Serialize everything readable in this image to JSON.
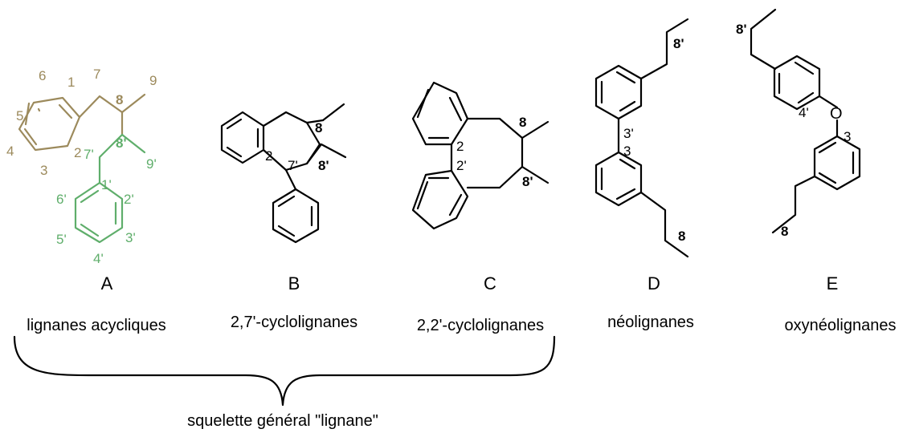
{
  "structures": [
    {
      "letter": "A",
      "class_name": "lignanes acycliques",
      "atom_labels": [
        "1",
        "2",
        "3",
        "4",
        "5",
        "6",
        "7",
        "8",
        "9",
        "1'",
        "2'",
        "3'",
        "4'",
        "5'",
        "6'",
        "7'",
        "8'",
        "9'"
      ]
    },
    {
      "letter": "B",
      "class_name": "2,7'-cyclolignanes",
      "atom_labels": [
        "8",
        "8'",
        "2",
        "7'"
      ]
    },
    {
      "letter": "C",
      "class_name": "2,2'-cyclolignanes",
      "atom_labels": [
        "8",
        "8'",
        "2",
        "2'"
      ]
    },
    {
      "letter": "D",
      "class_name": "néolignanes",
      "atom_labels": [
        "8'",
        "3'",
        "3",
        "8"
      ]
    },
    {
      "letter": "E",
      "class_name": "oxynéolignanes",
      "atom_labels": [
        "8'",
        "O",
        "4'",
        "3",
        "8"
      ]
    }
  ],
  "brace_label": "squelette général \"lignane\"",
  "colors": {
    "lignan_unit_1": "#9c8a5c",
    "lignan_unit_2": "#5fae6b",
    "default": "#000000"
  }
}
